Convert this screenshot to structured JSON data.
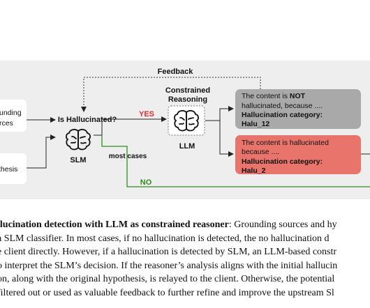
{
  "diagram": {
    "feedback_label": "Feedback",
    "inputs": {
      "grounding_line1": "unding",
      "grounding_line2": "rces",
      "hypothesis": "thesis"
    },
    "decision_label": "Is Hallucinated?",
    "slm_label": "SLM",
    "constrained_line1": "Constrained",
    "constrained_line2": "Reasoning",
    "llm_label": "LLM",
    "yes_label": "YES",
    "no_label": "NO",
    "most_cases_label": "most cases",
    "box_not": {
      "line1_pre": "The content is ",
      "line1_bold": "NOT",
      "line2": "hallucinated, because ....",
      "category_label": "Hallucination category:",
      "category_value": "Halu_12"
    },
    "box_is": {
      "line1": "The content is hallucinated",
      "line2": "because ....",
      "category_label": "Hallucination category:",
      "category_value": "Halu_2"
    },
    "colors": {
      "yes": "#d9302a",
      "no": "#2f8c1f",
      "box_not_fill": "#a9a9a9",
      "box_is_fill": "#e8746c",
      "panel": "#eeeeee"
    },
    "icons": [
      "brain-icon",
      "brain-icon"
    ]
  },
  "caption": {
    "line1_bold": "llucination detection with LLM as constrained reasoner",
    "line1_rest": ": Grounding sources and hy",
    "line2": " a SLM classifier. In most cases, if no hallucination is detected, the no hallucination d",
    "line3": "e client directly. However, if a hallucination is detected by SLM, an LLM-based constr",
    "line4": "o interpret the SLM’s decision. If the reasoner’s analysis aligns with the initial hallucin",
    "line5": "on, along with the original hypothesis, is relayed to the client. Otherwise, the potential",
    "line6": "filtered out or used as valuable feedback to further refine and improve the upstream Sl"
  }
}
